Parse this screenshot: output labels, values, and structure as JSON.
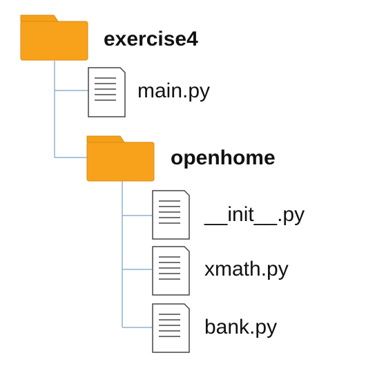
{
  "tree": {
    "root": {
      "name": "exercise4",
      "icon": "folder-icon",
      "children": [
        {
          "name": "main.py",
          "icon": "file-icon"
        },
        {
          "name": "openhome",
          "icon": "folder-icon",
          "children": [
            {
              "name": "__init__.py",
              "icon": "file-icon"
            },
            {
              "name": "xmath.py",
              "icon": "file-icon"
            },
            {
              "name": "bank.py",
              "icon": "file-icon"
            }
          ]
        }
      ]
    }
  },
  "colors": {
    "folder_fill": "#F8A21C",
    "folder_tab": "#F5A01A",
    "folder_edge": "#D98A10",
    "connector": "#8FB0CF",
    "file_fill": "#FFFFFF",
    "file_stroke": "#444444",
    "text": "#111111"
  }
}
